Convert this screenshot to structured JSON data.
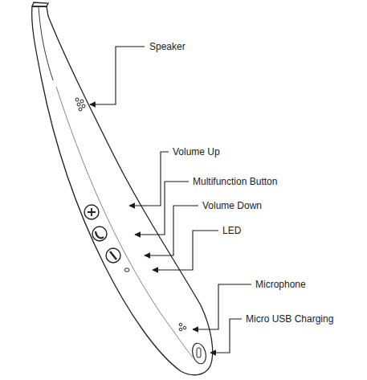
{
  "diagram": {
    "labels": [
      "Speaker",
      "Volume Up",
      "Multifunction Button",
      "Volume Down",
      "LED",
      "Microphone",
      "Micro USB Charging"
    ]
  }
}
